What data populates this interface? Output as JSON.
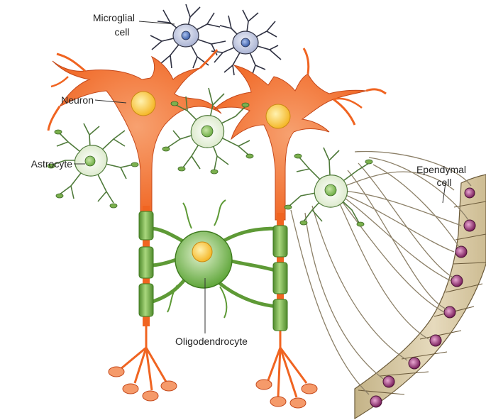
{
  "labels": {
    "microglial_line1": "Microglial",
    "microglial_line2": "cell",
    "neuron": "Neuron",
    "astrocyte": "Astrocyte",
    "ependymal_line1": "Ependymal",
    "ependymal_line2": "cell",
    "oligodendrocyte": "Oligodendrocyte"
  },
  "colors": {
    "neuron": "#f26b2a",
    "neuron_nucleus": "#ffd04d",
    "astrocyte": "#e3efd6",
    "astrocyte_outline": "#4f7a3a",
    "oligodendrocyte": "#78b84a",
    "myelin": "#5e9a36",
    "microglia": "#bcc4dd",
    "microglia_outline": "#2f3142",
    "microglia_nucleus": "#4a6bb0",
    "ependymal": "#d8c9a6",
    "ependymal_outline": "#6b5a3a",
    "ependymal_nucleus": "#8a2a6a",
    "axon_terminal": "#f59a6a"
  }
}
